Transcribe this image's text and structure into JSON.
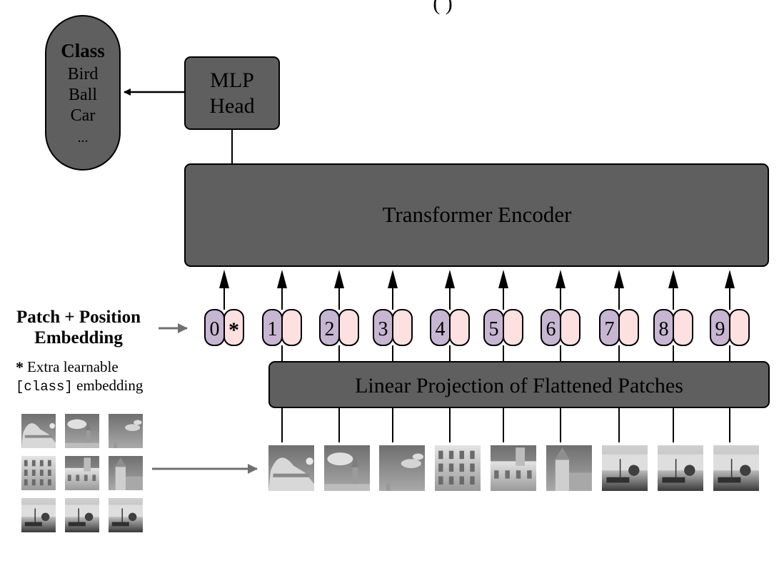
{
  "title_fragment": "(      )",
  "class_box": {
    "title": "Class",
    "items": [
      "Bird",
      "Ball",
      "Car",
      "..."
    ]
  },
  "mlp_head": {
    "line1": "MLP",
    "line2": "Head"
  },
  "transformer_encoder": {
    "label": "Transformer Encoder"
  },
  "linear_projection": {
    "label": "Linear Projection of Flattened Patches"
  },
  "embedding_label": {
    "line1": "Patch + Position",
    "line2": "Embedding"
  },
  "footnote": {
    "star": "*",
    "line1": "Extra learnable",
    "code": "[class]",
    "line2_rest": " embedding"
  },
  "tokens": [
    {
      "index": "0",
      "pill": "*"
    },
    {
      "index": "1",
      "pill": ""
    },
    {
      "index": "2",
      "pill": ""
    },
    {
      "index": "3",
      "pill": ""
    },
    {
      "index": "4",
      "pill": ""
    },
    {
      "index": "5",
      "pill": ""
    },
    {
      "index": "6",
      "pill": ""
    },
    {
      "index": "7",
      "pill": ""
    },
    {
      "index": "8",
      "pill": ""
    },
    {
      "index": "9",
      "pill": ""
    }
  ],
  "colors": {
    "box_fill": "#5f5f5f",
    "position_fill": "#c7b6d2",
    "patch_fill": "#fde0e0",
    "arrow_gray": "#707070"
  }
}
